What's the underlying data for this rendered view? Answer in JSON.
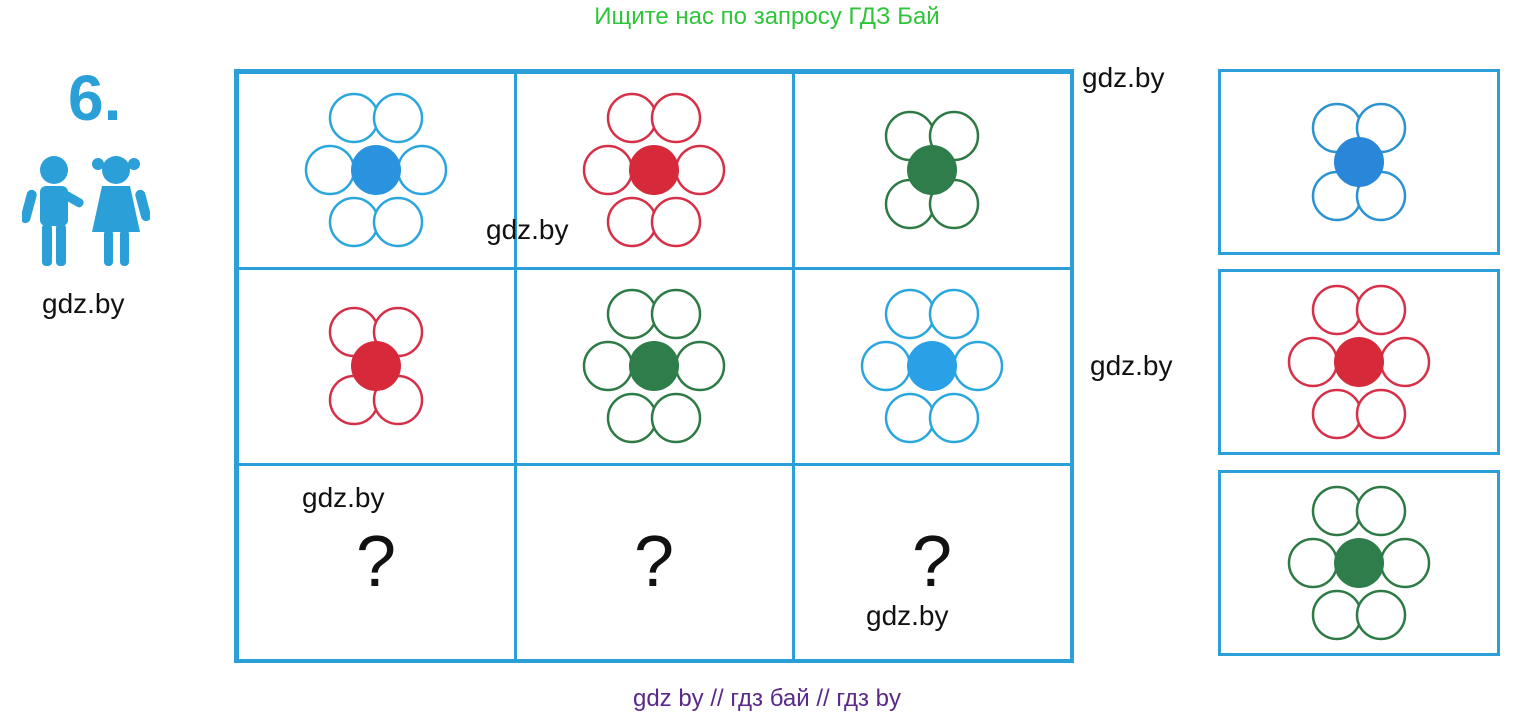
{
  "banner": {
    "text": "Ищите нас по запросу ГДЗ Бай",
    "color": "#2fc53a"
  },
  "task": {
    "number": "6.",
    "color": "#2a9fd8"
  },
  "watermarks": [
    "gdz.by",
    "gdz.by",
    "gdz.by",
    "gdz.by",
    "gdz.by",
    "gdz.by"
  ],
  "grid": {
    "border_color": "#2a9fd8",
    "rows": [
      [
        {
          "flower": "six-petal-flower",
          "petals": 6,
          "color": "#2aa6dc",
          "center": "#2a93e0"
        },
        {
          "flower": "six-petal-flower",
          "petals": 6,
          "color": "#d63048",
          "center": "#d62a3a"
        },
        {
          "flower": "four-petal-flower",
          "petals": 4,
          "color": "#2e7a45",
          "center": "#2e7d4a"
        }
      ],
      [
        {
          "flower": "four-petal-flower",
          "petals": 4,
          "color": "#d63048",
          "center": "#d62a3a"
        },
        {
          "flower": "six-petal-flower",
          "petals": 6,
          "color": "#2e7a45",
          "center": "#2e7d4a"
        },
        {
          "flower": "six-petal-flower",
          "petals": 6,
          "color": "#2aa6dc",
          "center": "#2aa0e6"
        }
      ],
      [
        {
          "question": "?"
        },
        {
          "question": "?"
        },
        {
          "question": "?"
        }
      ]
    ]
  },
  "options": [
    {
      "flower": "four-petal-flower",
      "petals": 4,
      "color": "#2a93d0",
      "center": "#2a86d8"
    },
    {
      "flower": "six-petal-flower",
      "petals": 6,
      "color": "#d63048",
      "center": "#d62a3a"
    },
    {
      "flower": "six-petal-flower",
      "petals": 6,
      "color": "#2e7a45",
      "center": "#2e7d4a"
    }
  ],
  "footer": {
    "text": "gdz by  //  гдз бай  //  гдз by",
    "color": "#5a2a8a"
  }
}
